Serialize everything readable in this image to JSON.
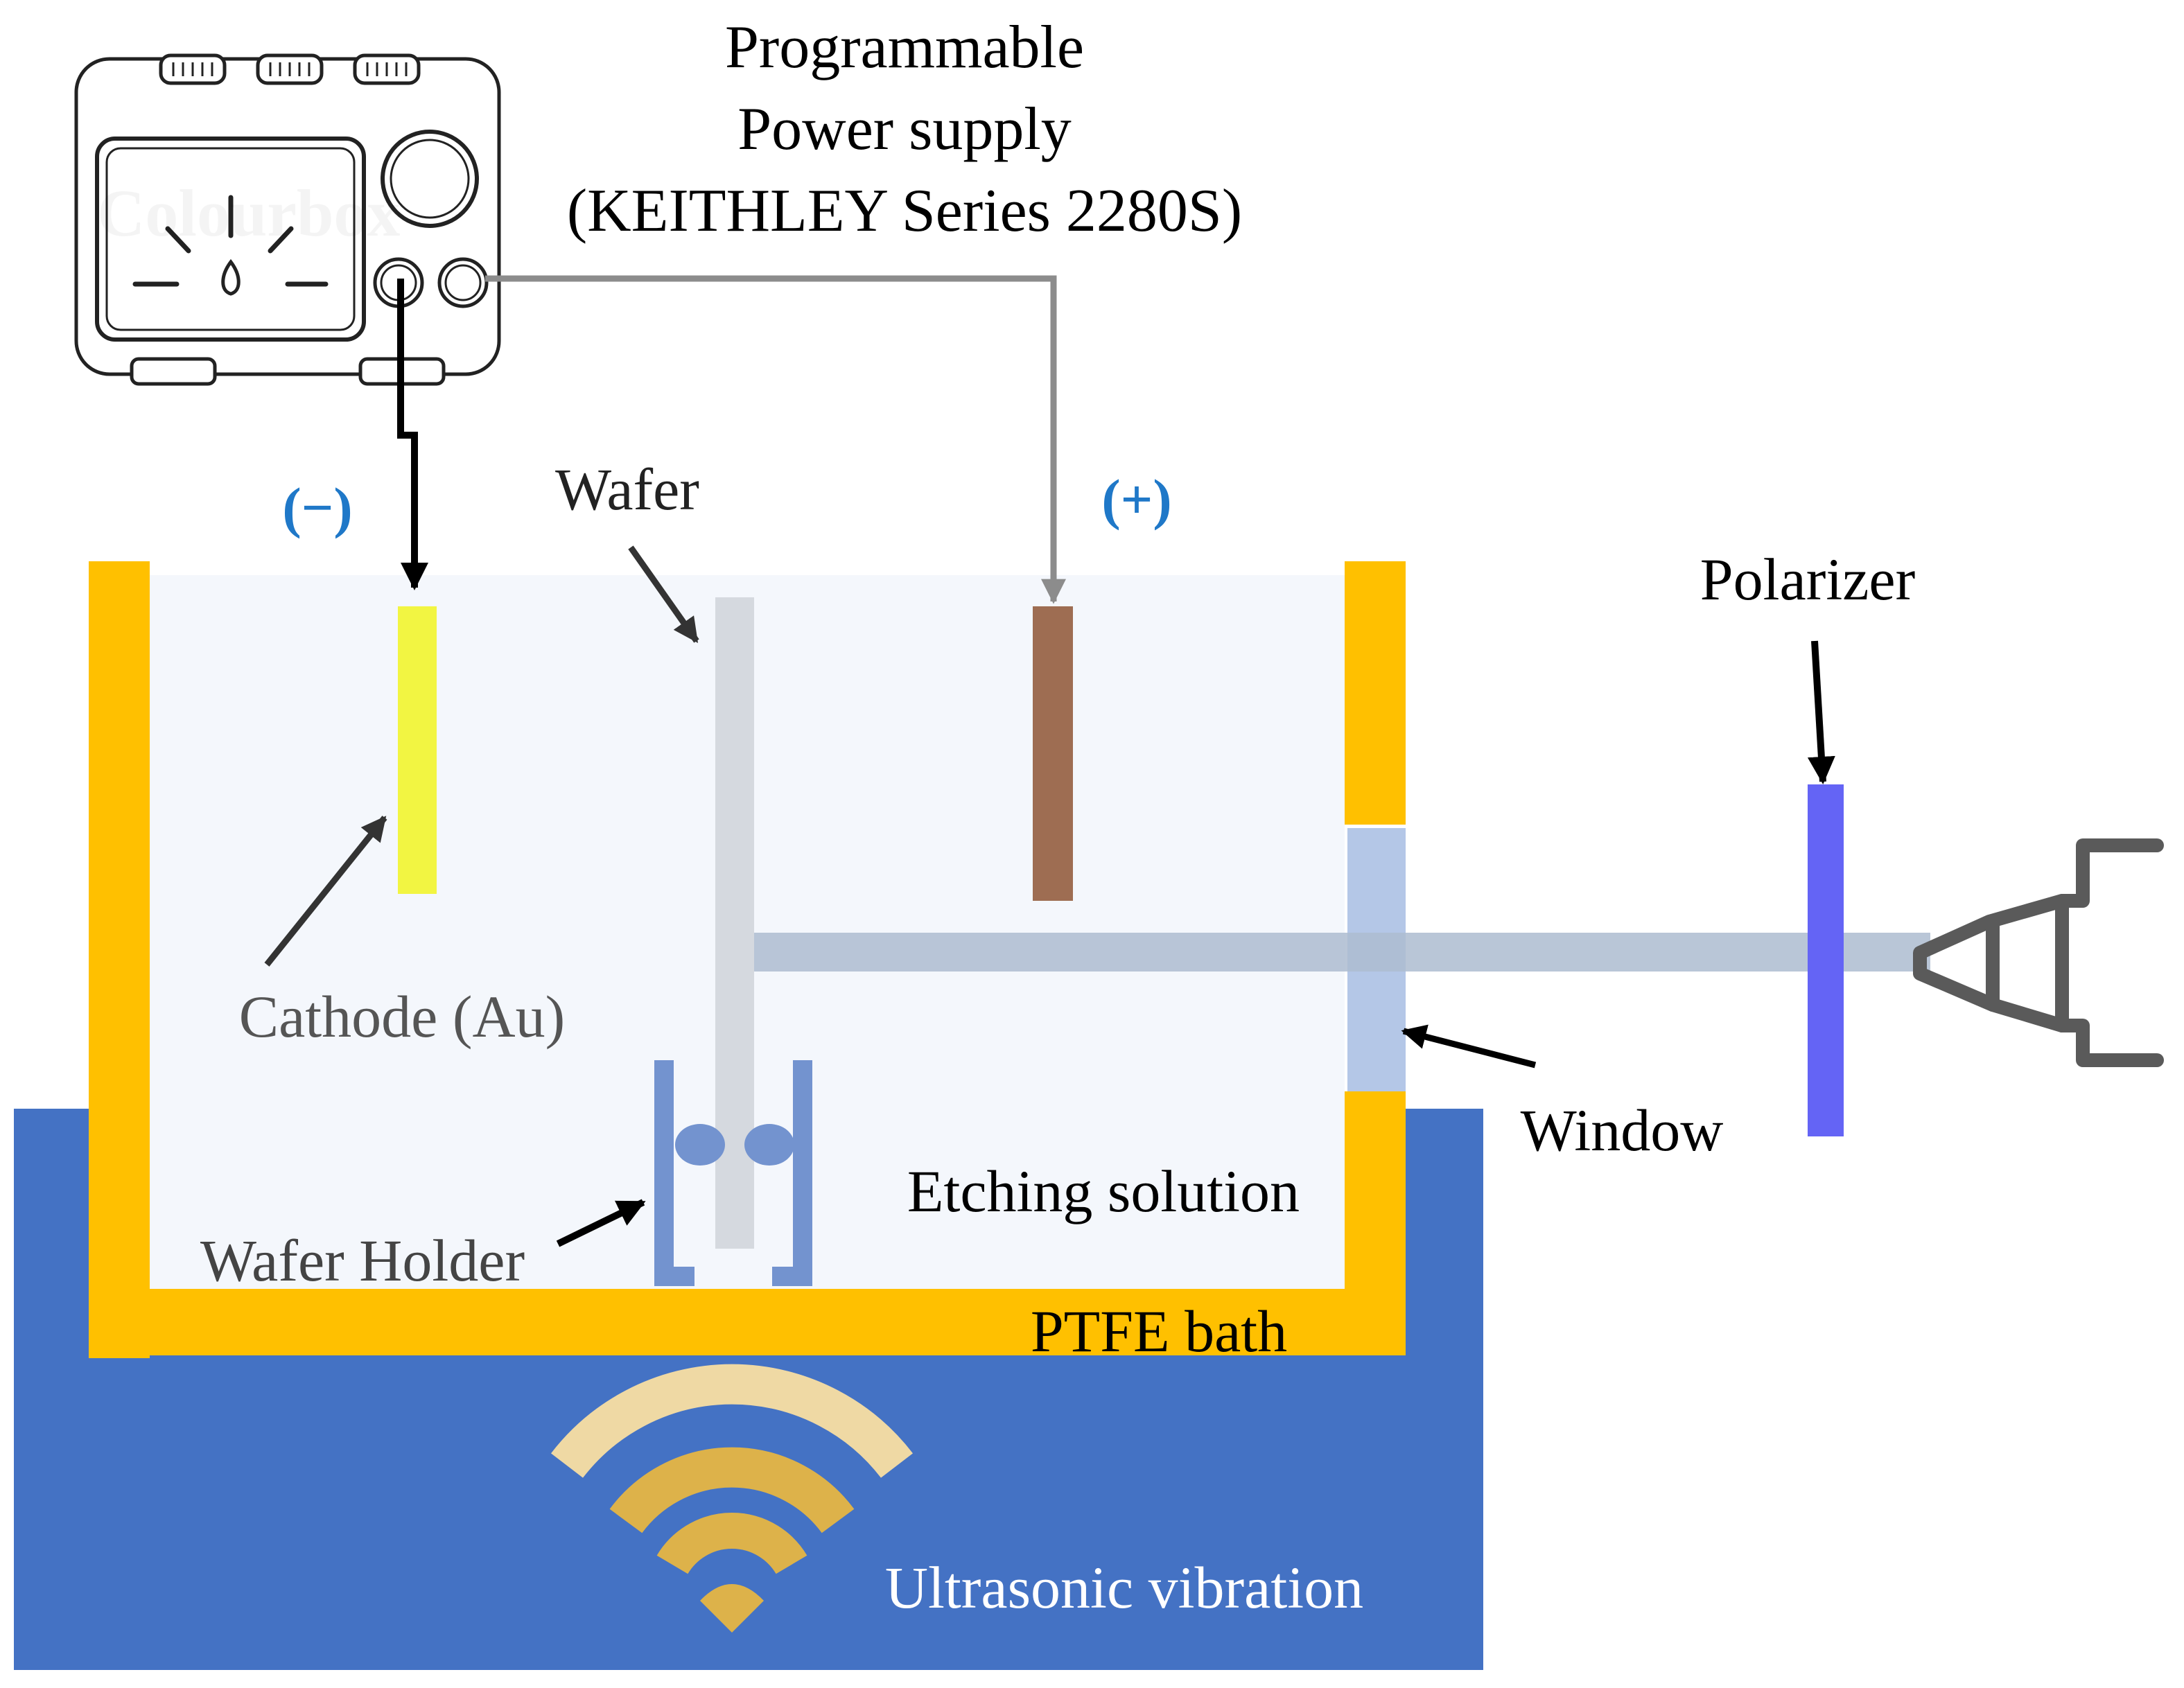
{
  "power_supply": {
    "label_line1": "Programmable",
    "label_line2": "Power supply",
    "label_line3": "(KEITHLEY Series 2280S)",
    "watermark": "Colourbox"
  },
  "polarity": {
    "negative": "(−)",
    "positive": "(+)"
  },
  "labels": {
    "wafer": "Wafer",
    "cathode": "Cathode (Au)",
    "wafer_holder": "Wafer Holder",
    "etching_solution": "Etching solution",
    "ptfe_bath": "PTFE bath",
    "window": "Window",
    "polarizer": "Polarizer",
    "ultrasonic": "Ultrasonic vibration"
  },
  "colors": {
    "ptfe_bath": "#FFC000",
    "ultrasonic_base": "#4472C4",
    "solution": "#F4F7FC",
    "cathode": "#F2F542",
    "anode": "#9E6D52",
    "wafer": "#D5D9DF",
    "holder": "#7393CF",
    "window": "#B4C7E7",
    "light_path": "#ADBCD0",
    "polarizer": "#6464F5",
    "polarity_text": "#1F78C8",
    "wave_light": "#EFD9A4",
    "wave_dark": "#DDB24A",
    "wire_negative": "#000000",
    "wire_positive": "#8C8C8C"
  },
  "icons": {
    "power_supply": "power-supply-device-icon",
    "camera": "camera-icon",
    "ultrasonic": "wifi-waves-icon"
  }
}
